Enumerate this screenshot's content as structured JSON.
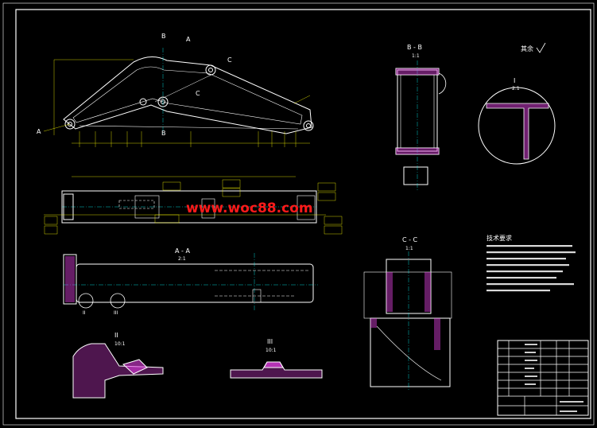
{
  "colors": {
    "background": "#000000",
    "line": "#ffffff",
    "dimension": "#ffff00",
    "hatch": "#e040e0",
    "centerline": "#00ffff",
    "watermark": "#ff1a1a"
  },
  "watermark": "www.woc88.com",
  "views": {
    "section_bb": {
      "title": "B - B",
      "scale": "1:1"
    },
    "section_aa": {
      "title": "A - A",
      "scale": "2:1"
    },
    "section_cc": {
      "title": "C - C",
      "scale": "1:1"
    },
    "detail_i": {
      "title": "I",
      "scale": "2:1"
    },
    "detail_ii": {
      "title": "II",
      "scale": "10:1"
    },
    "detail_iii": {
      "title": "III",
      "scale": "10:1"
    },
    "roughness_note": "其余"
  },
  "markers": {
    "b": "B",
    "c": "C",
    "a": "A",
    "ii": "II",
    "iii": "III"
  },
  "tech_requirements": {
    "title": "技术要求"
  }
}
